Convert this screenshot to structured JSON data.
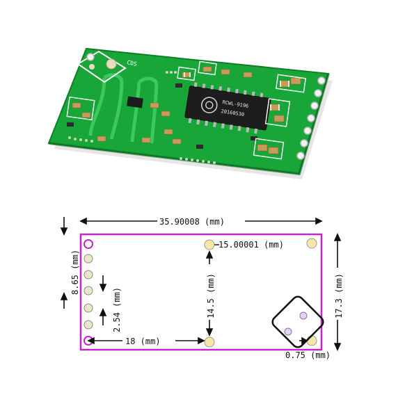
{
  "board_photo": {
    "silkscreen_label": "CDS",
    "chip_line1": "RCWL-9196",
    "chip_line2": "20160530"
  },
  "drawing": {
    "width_label": "35.90008 (mm)",
    "pad_spacing_label": "15.00001 (mm)",
    "height_label": "17.3 (mm)",
    "pad_vertical_label": "14.5 (mm)",
    "pin_offset_label": "18 (mm)",
    "header_span_label": "8.65 (mm)",
    "pin_pitch_label": "2.54 (mm)",
    "edge_offset_label": "0.75 (mm)"
  },
  "colors": {
    "pcb_green": "#17a637",
    "outline": "#c026c9",
    "pad_fill": "#f6e7a8"
  }
}
